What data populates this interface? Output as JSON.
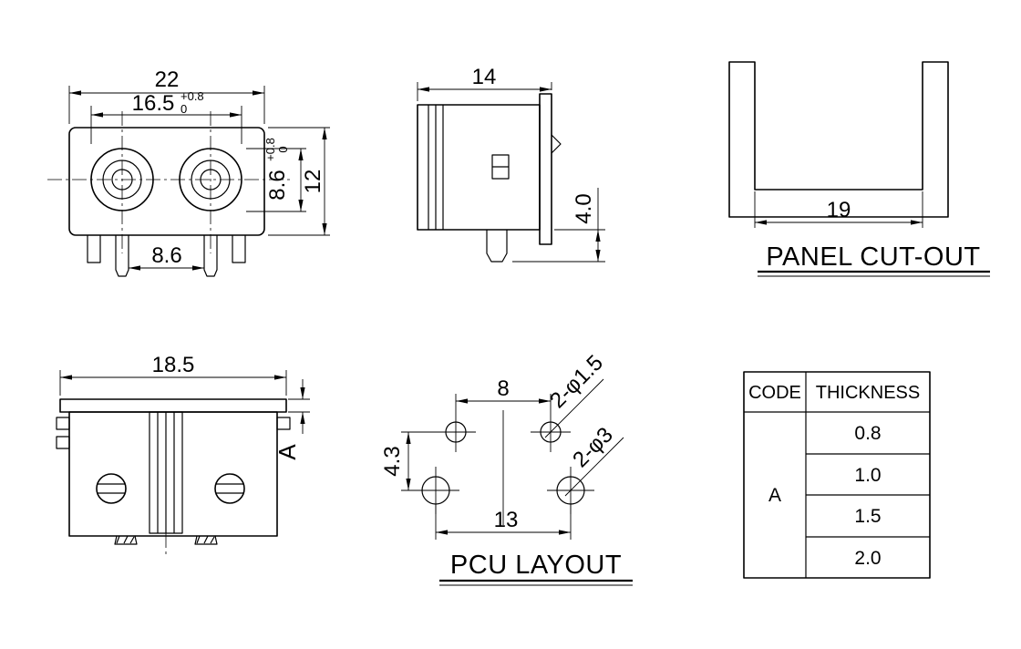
{
  "drawing": {
    "front_view": {
      "dim_overall_width": "22",
      "dim_socket_span": {
        "value": "16.5",
        "tol_plus": "+0.8",
        "tol_zero": "0"
      },
      "dim_socket_height": {
        "value": "8.6",
        "tol_plus": "+0.8",
        "tol_zero": "0"
      },
      "dim_overall_height": "12",
      "dim_pin_pitch": "8.6"
    },
    "side_view": {
      "dim_depth": "14",
      "dim_pin_length": "4.0"
    },
    "panel_cutout": {
      "dim_opening": "19",
      "title": "PANEL CUT-OUT"
    },
    "bottom_view": {
      "dim_width": "18.5",
      "dim_panel_thickness": "A"
    },
    "pcu_layout": {
      "dim_hole_pitch_top": "8",
      "dim_row_spacing": "4.3",
      "dim_hole_pitch_bottom": "13",
      "callout_small_holes": "2-φ1.5",
      "callout_large_holes": "2-φ3",
      "title": "PCU LAYOUT"
    },
    "thickness_table": {
      "headers": [
        "CODE",
        "THICKNESS"
      ],
      "code": "A",
      "values": [
        "0.8",
        "1.0",
        "1.5",
        "2.0"
      ]
    }
  }
}
